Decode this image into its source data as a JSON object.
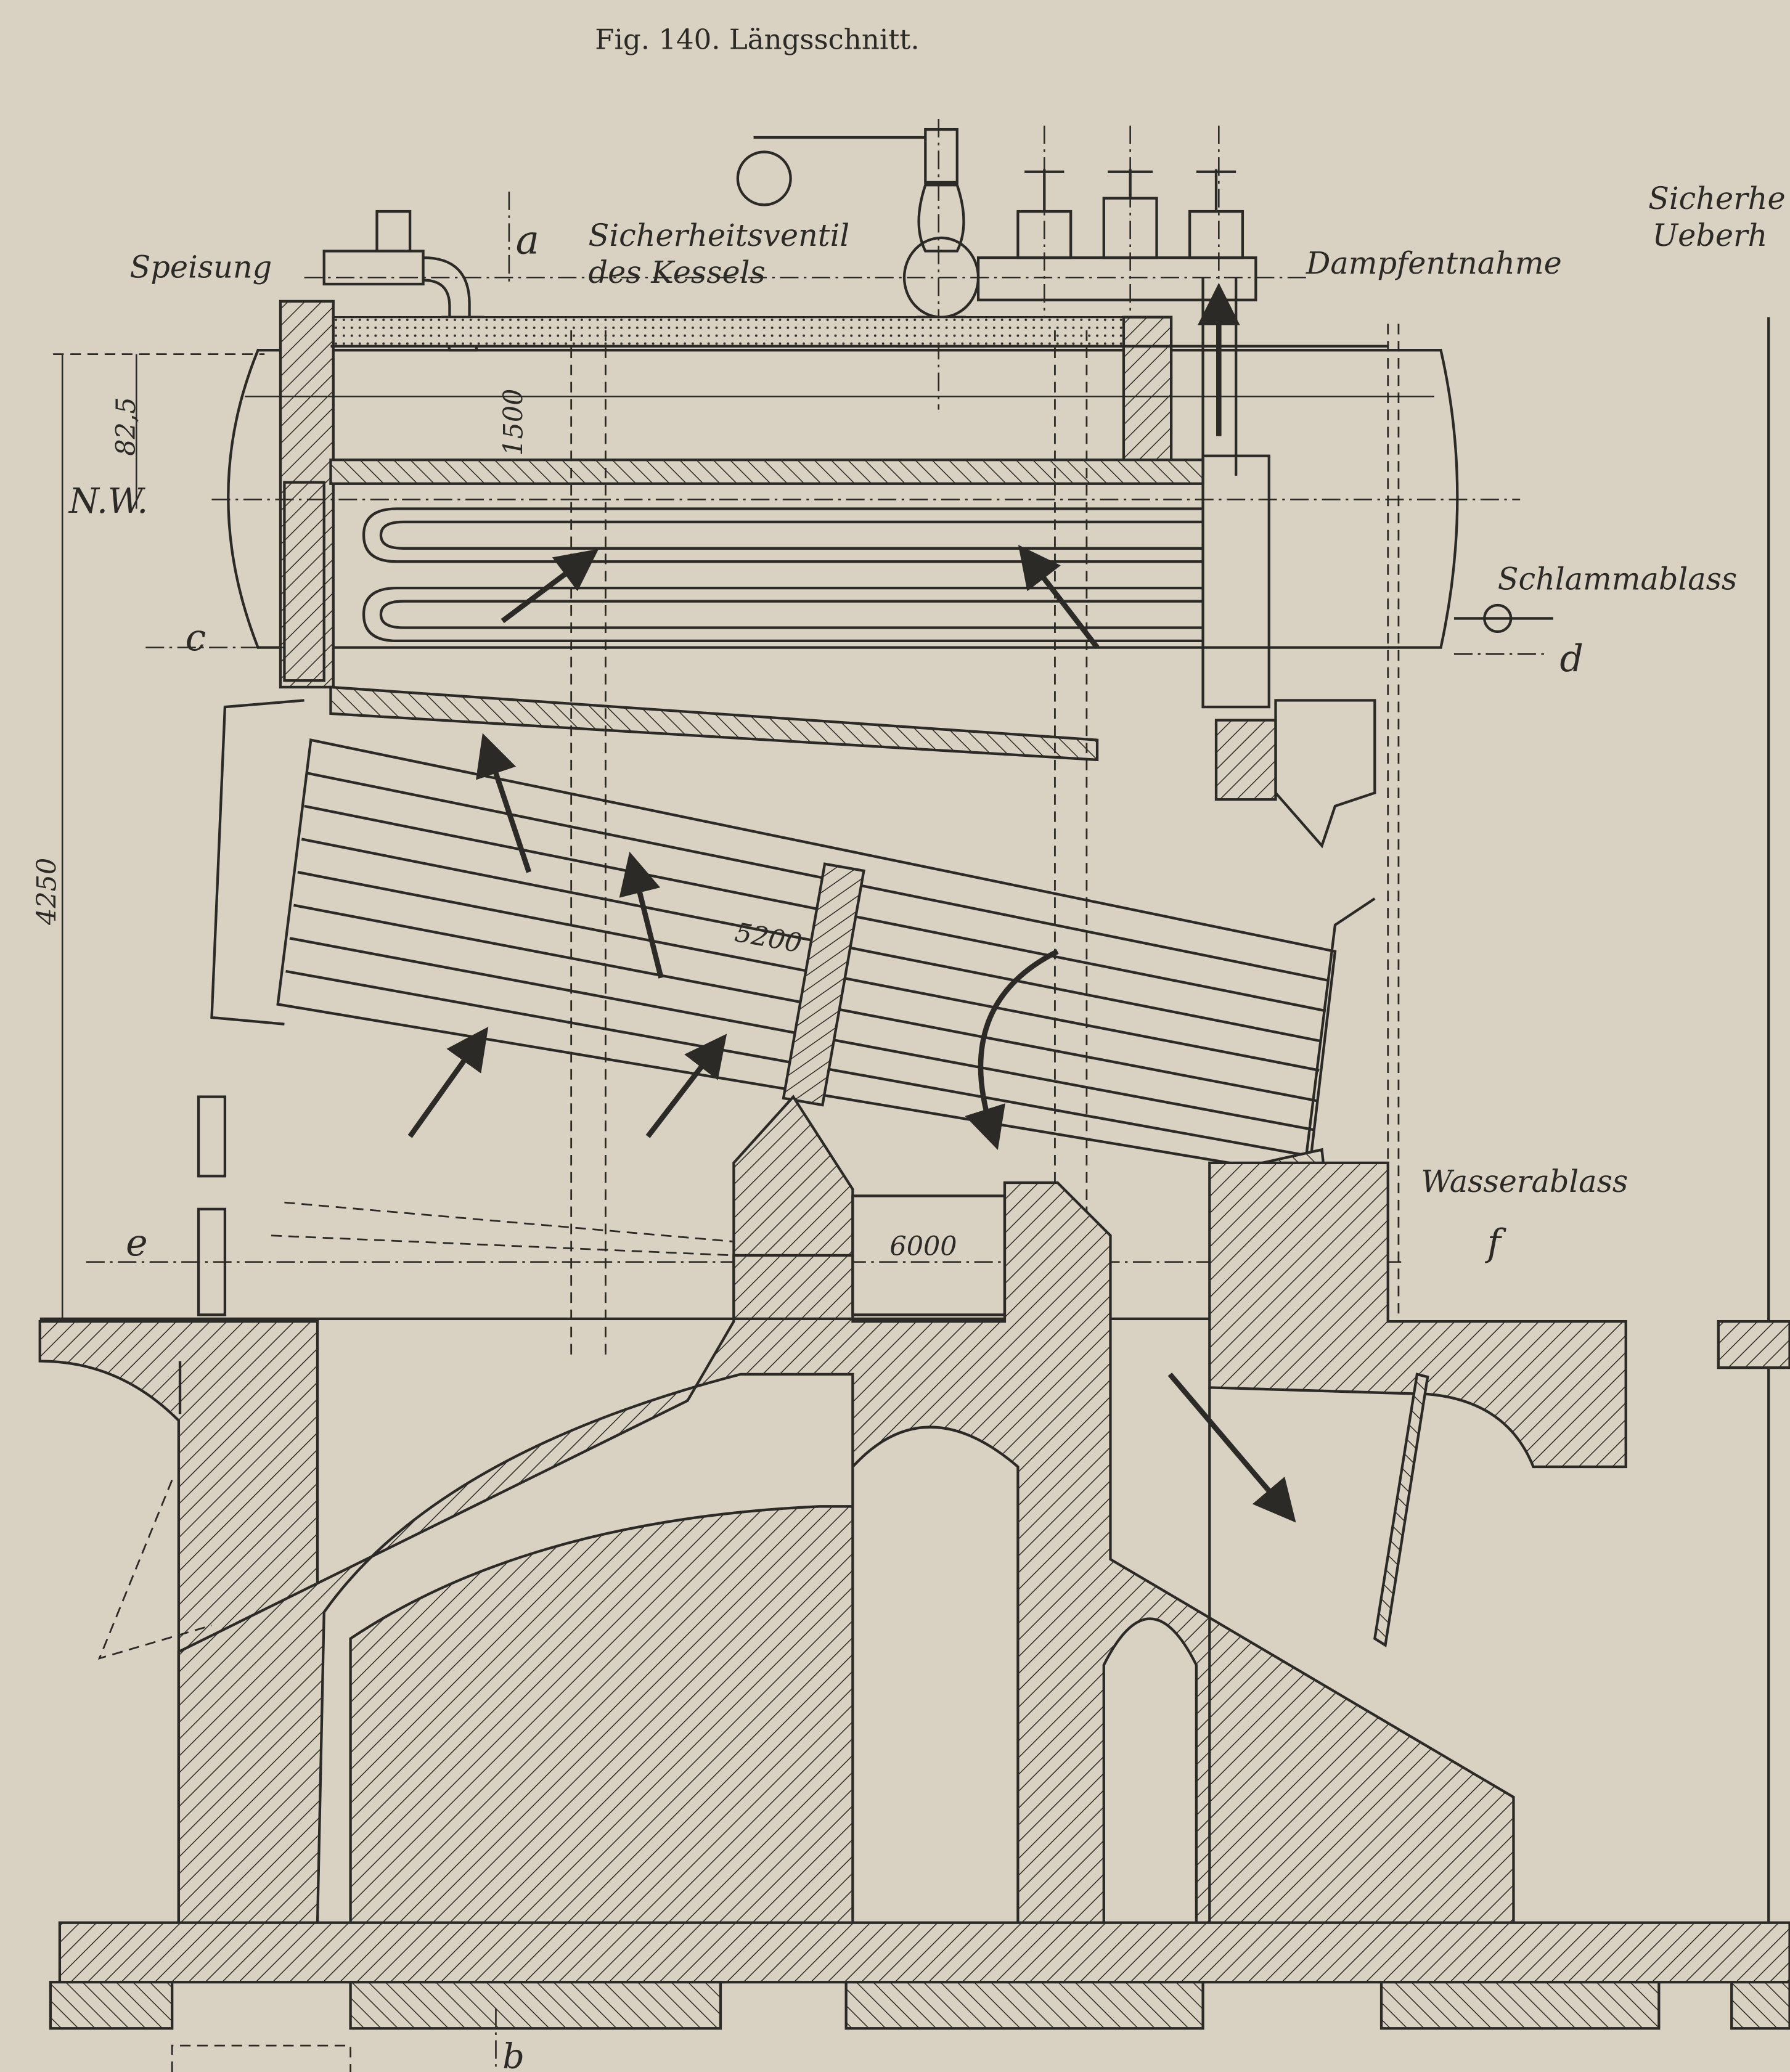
{
  "figure": {
    "title": "Fig. 140.   Längsschnitt."
  },
  "labels": {
    "feed": "Speisung",
    "section_a": "a",
    "safety_valve_line1": "Sicherheitsventil",
    "safety_valve_line2": "des Kessels",
    "steam_outlet": "Dampfentnahme",
    "superheater_safety_line1": "Sicherhe",
    "superheater_safety_line2": "Ueberh",
    "sludge_drain": "Schlammablass",
    "water_drain": "Wasserablass",
    "water_level": "N.W.",
    "section_c": "c",
    "section_d": "d",
    "section_e": "e",
    "section_f": "f",
    "section_b": "b"
  },
  "dimensions": {
    "drum_diameter": "1500",
    "water_level_offset": "82,5",
    "total_height": "4250",
    "tube_length": "5200",
    "opening": "6000"
  }
}
